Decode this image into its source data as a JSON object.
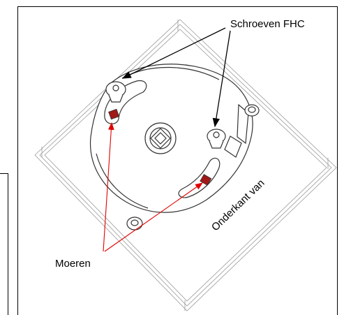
{
  "labels": {
    "screws": "Schroeven FHC",
    "nuts": "Moeren",
    "bottom_side": "Onderkant van"
  },
  "colors": {
    "black_arrows": "#000000",
    "red_arrows": "#e00000",
    "nut_red": "#a01818",
    "line_gray": "#555555"
  }
}
